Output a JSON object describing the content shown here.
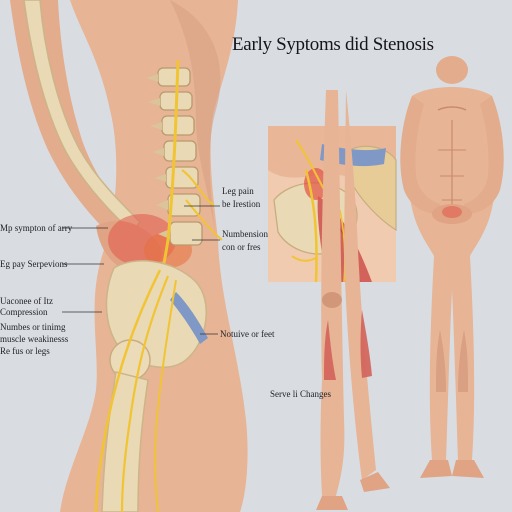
{
  "title": "Early Syptoms did Stenosis",
  "labels": {
    "leg_pain": "Leg pain",
    "be_irestion": "be Irestion",
    "numbension": "Numbension",
    "con_or_fres": "con or fres",
    "mp_symptom": "Mp sympton of arry",
    "eg_pay": "Eg pay Serpevions",
    "uaconee": "Uaconee of Itz",
    "compression": "Compression",
    "numbes": "Numbes or tinimg",
    "muscle": "muscle weakinesss",
    "refus": "Re fus or legs",
    "notuive": "Notuive or feet",
    "serve": "Serve li Changes"
  },
  "colors": {
    "background": "#d9dde1",
    "skin": "#e7b496",
    "skin_shadow": "#c98a6c",
    "bone": "#e9d9b4",
    "bone_shadow": "#cdb489",
    "nerve": "#f1c433",
    "inflammation": "#e2584a",
    "blue_band": "#7f98c6"
  }
}
